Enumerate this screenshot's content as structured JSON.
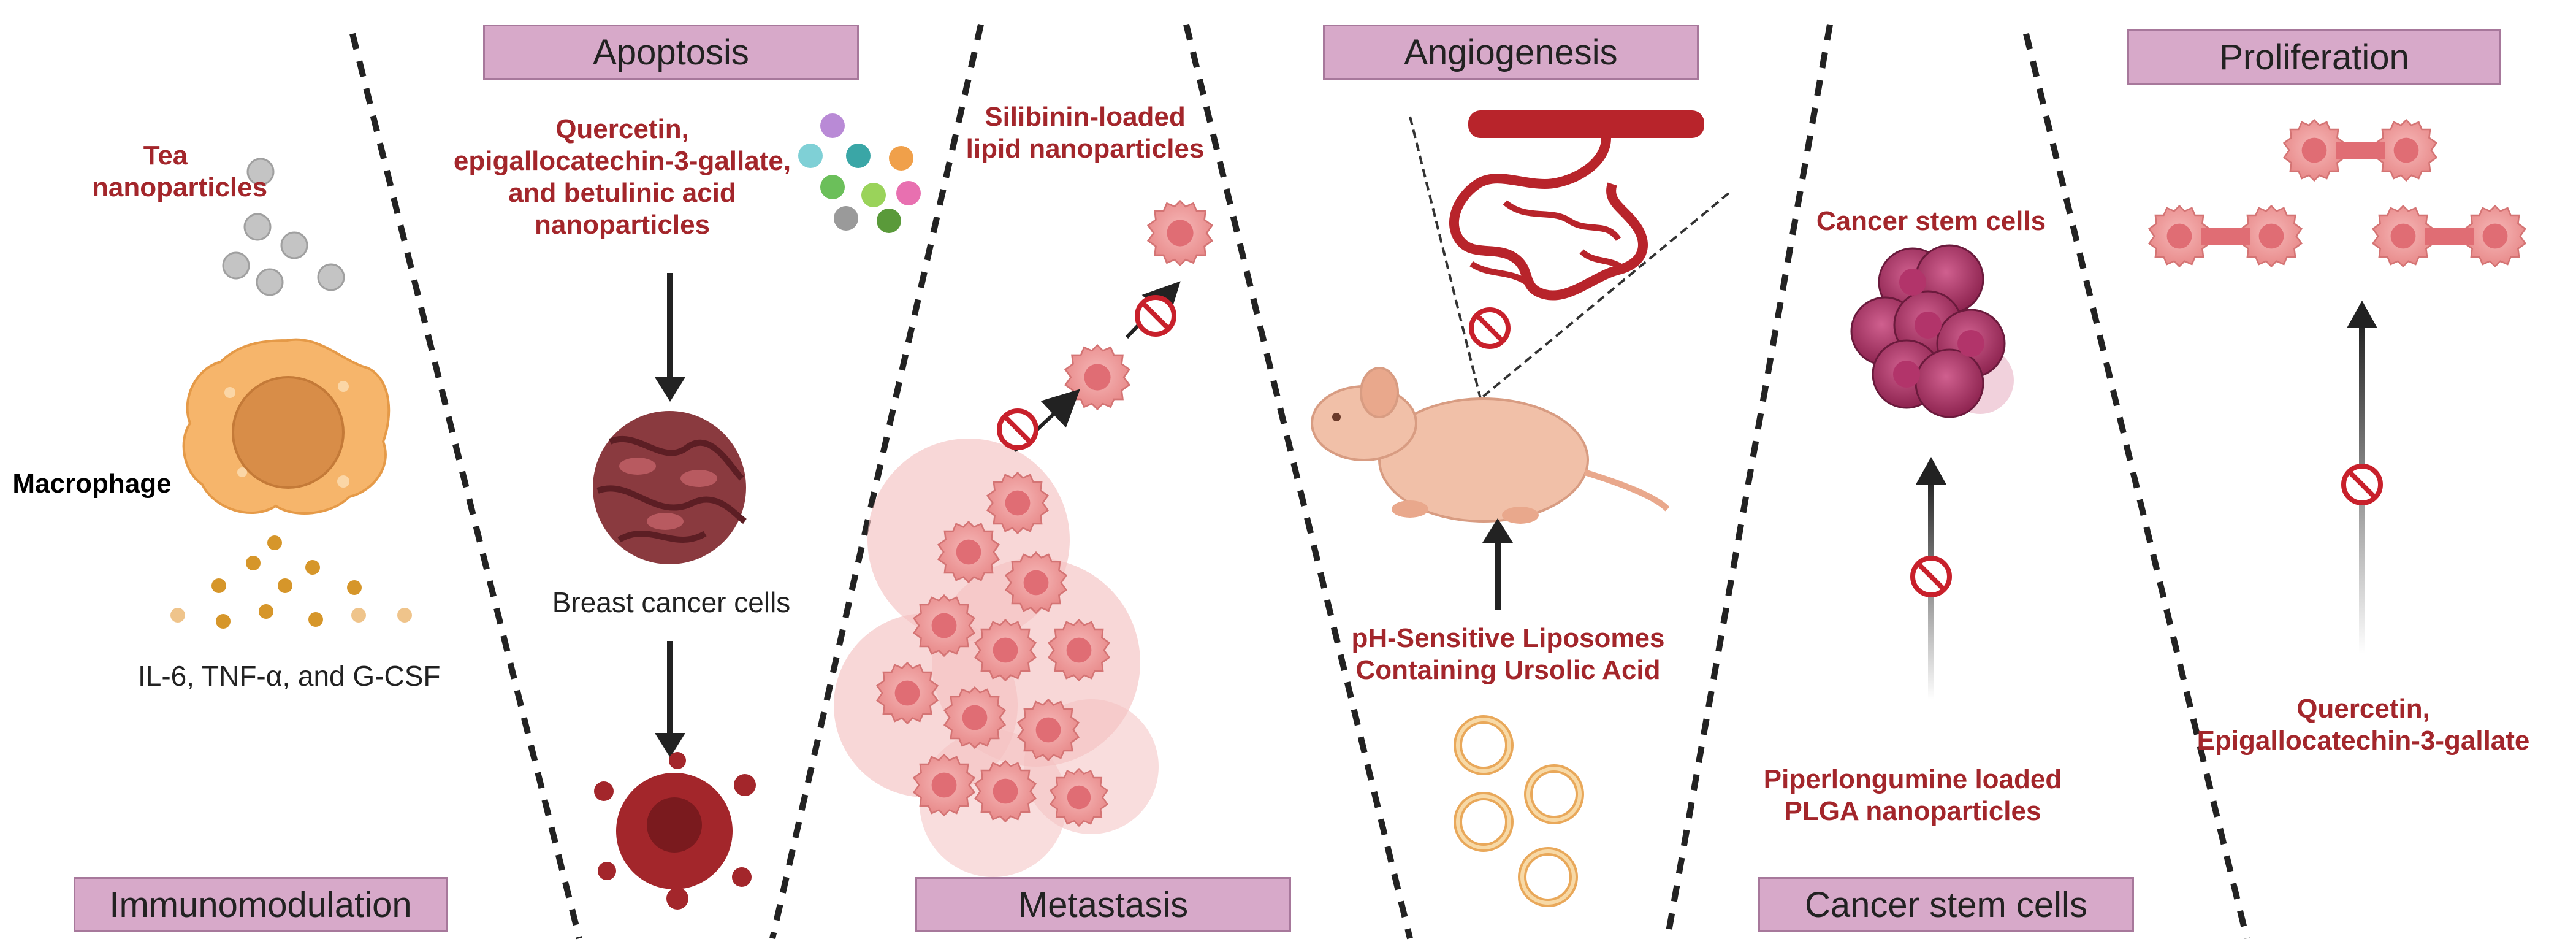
{
  "panels": {
    "immunomodulation": {
      "title": "Immunomodulation",
      "agent": "Tea\nnanoparticles",
      "cell_label": "Macrophage",
      "cytokines": "IL-6, TNF-α, and G-CSF"
    },
    "apoptosis": {
      "title": "Apoptosis",
      "agent": "Quercetin,\nepigallocatechin-3-gallate,\nand betulinic acid\nnanoparticles",
      "cell_label": "Breast cancer cells"
    },
    "metastasis": {
      "title": "Metastasis",
      "agent": "Silibinin-loaded\nlipid nanoparticles"
    },
    "angiogenesis": {
      "title": "Angiogenesis",
      "agent": "pH-Sensitive Liposomes\nContaining Ursolic Acid"
    },
    "cancer_stem_cells": {
      "title": "Cancer stem cells",
      "cell_label": "Cancer stem cells",
      "agent": "Piperlongumine loaded\nPLGA nanoparticles"
    },
    "proliferation": {
      "title": "Proliferation",
      "agent": "Quercetin,\nEpigallocatechin-3-gallate"
    }
  },
  "colors": {
    "header_fill": "#d7a9c9",
    "header_border": "#a7789b",
    "agent_text": "#a3262b",
    "cancer_cell": "#f2a0a0",
    "inhibit_symbol": "#c8202b",
    "macrophage": "#f6b56b"
  },
  "icons": [
    "nanoparticle-icon",
    "macrophage-icon",
    "cytokine-icon",
    "cancer-cell-cluster-icon",
    "apoptotic-cell-icon",
    "blood-vessel-icon",
    "mouse-icon",
    "liposome-icon",
    "stem-cell-cluster-icon",
    "dividing-cell-icon",
    "inhibit-icon",
    "arrow-icon"
  ]
}
